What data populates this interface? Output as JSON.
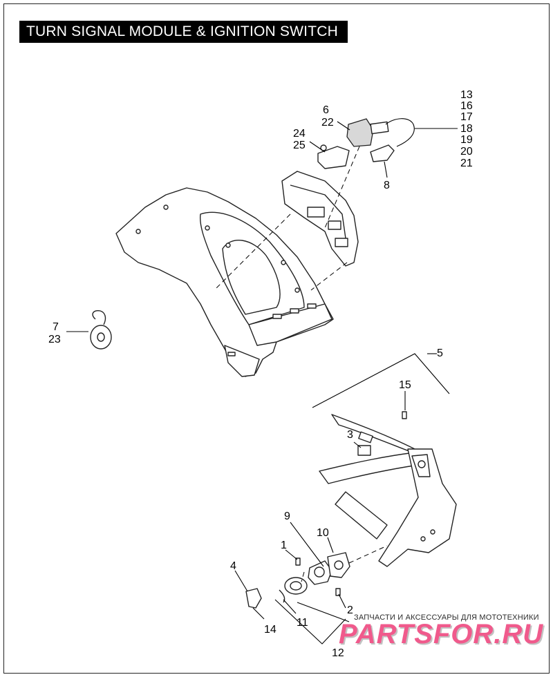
{
  "title": "TURN SIGNAL MODULE & IGNITION SWITCH",
  "callouts": {
    "c13": "13",
    "c16": "16",
    "c17": "17",
    "c18": "18",
    "c19": "19",
    "c20": "20",
    "c21": "21",
    "c6": "6",
    "c22": "22",
    "c24": "24",
    "c25": "25",
    "c8": "8",
    "c7": "7",
    "c23": "23",
    "c5": "5",
    "c15": "15",
    "c3": "3",
    "c9": "9",
    "c10": "10",
    "c1": "1",
    "c4": "4",
    "c2": "2",
    "c11": "11",
    "c14": "14",
    "c12": "12"
  },
  "watermark": {
    "tagline": "ЗАПЧАСТИ И АКСЕССУАРЫ ДЛЯ МОТОТЕХНИКИ",
    "brand": "PARTSFOR.RU",
    "brand_color": "#f05a8c"
  }
}
